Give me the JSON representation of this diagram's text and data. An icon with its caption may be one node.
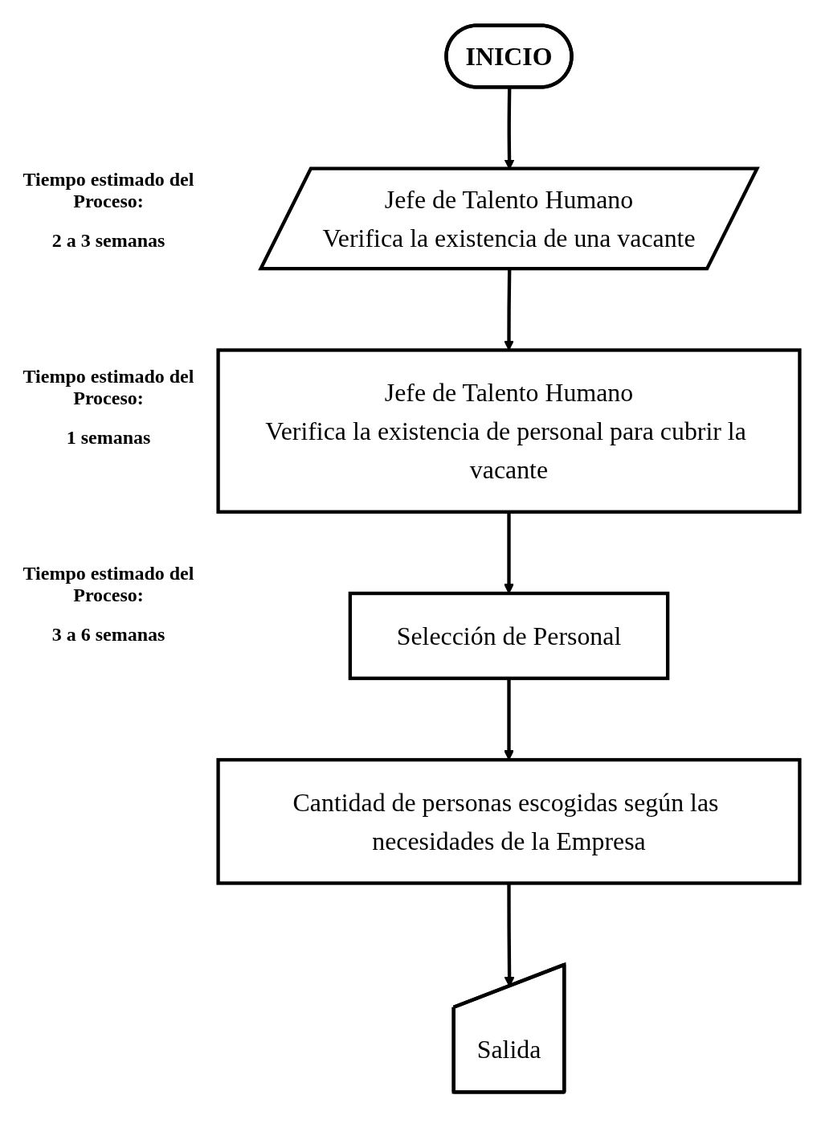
{
  "diagram": {
    "nodes": [
      {
        "text": [
          "INICIO"
        ]
      },
      {
        "text": [
          "Jefe de Talento Humano",
          "Verifica la existencia de una vacante"
        ]
      },
      {
        "text": [
          "Jefe de Talento Humano",
          "Verifica la existencia de personal para cubrir la vacante"
        ]
      },
      {
        "text": [
          "Selección de Personal"
        ]
      },
      {
        "text": [
          "Cantidad de personas escogidas según las necesidades de la Empresa"
        ]
      },
      {
        "text": [
          "Salida"
        ]
      }
    ],
    "edges": [
      {
        "from": 0,
        "to": 1,
        "arrow": "to"
      },
      {
        "from": 1,
        "to": 2,
        "arrow": "to"
      },
      {
        "from": 2,
        "to": 3,
        "arrow": "to"
      },
      {
        "from": 3,
        "to": 4,
        "arrow": "to"
      },
      {
        "from": 4,
        "to": 5,
        "arrow": "to"
      }
    ],
    "labels": [
      "Tiempo estimado del Proceso:",
      "2 a 3 semanas",
      "Tiempo estimado del Proceso:",
      "1 semanas",
      "Tiempo estimado del Proceso:",
      "3 a 6 semanas"
    ]
  }
}
